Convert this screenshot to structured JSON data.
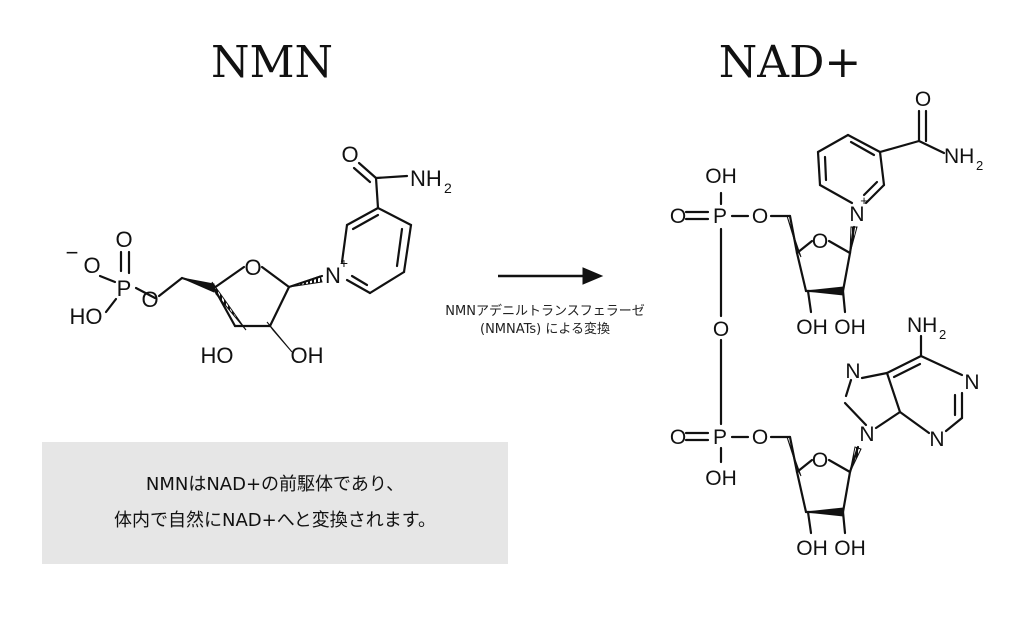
{
  "titles": {
    "left": "NMN",
    "right": "NAD+"
  },
  "enzyme": {
    "line1": "NMNアデニルトランスフェラーゼ",
    "line2": "(NMNATs) による変換"
  },
  "note": {
    "line1": "NMNはNAD+の前駆体であり、",
    "line2": "体内で自然にNAD+へと変換されます。"
  },
  "atoms": {
    "o": "O",
    "oh": "OH",
    "ho": "HO",
    "p": "P",
    "n": "N",
    "nh": "NH",
    "sub2": "2",
    "plus": "+",
    "minus": "−"
  },
  "colors": {
    "ink": "#111111",
    "note_bg": "#e6e6e6",
    "page_bg": "#ffffff"
  }
}
